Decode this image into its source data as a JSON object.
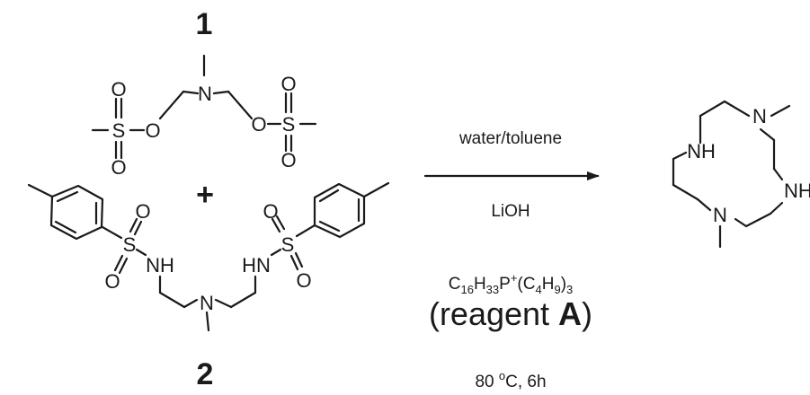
{
  "compound_1_label": "1",
  "compound_2_label": "2",
  "plus_sign": "+",
  "atoms": {
    "S": "S",
    "O": "O",
    "N": "N",
    "NH": "NH",
    "HN": "HN"
  },
  "conditions": {
    "solvent": "water/toluene",
    "base": "LiOH",
    "catalyst_formula_parts": {
      "c": "C",
      "c_sub": "16",
      "h": "H",
      "h_sub": "33",
      "p": "P",
      "p_sup": "+",
      "paren_open": "(C",
      "c4_sub": "4",
      "h2": "H",
      "h9_sub": "9",
      "paren_close": ")",
      "sub3": "3"
    },
    "reagent_prefix": "(reagent ",
    "reagent_letter": "A",
    "reagent_suffix": ")",
    "temperature_time_parts": {
      "value": "80 ",
      "degree": "o",
      "rest": "C, 6h"
    }
  }
}
